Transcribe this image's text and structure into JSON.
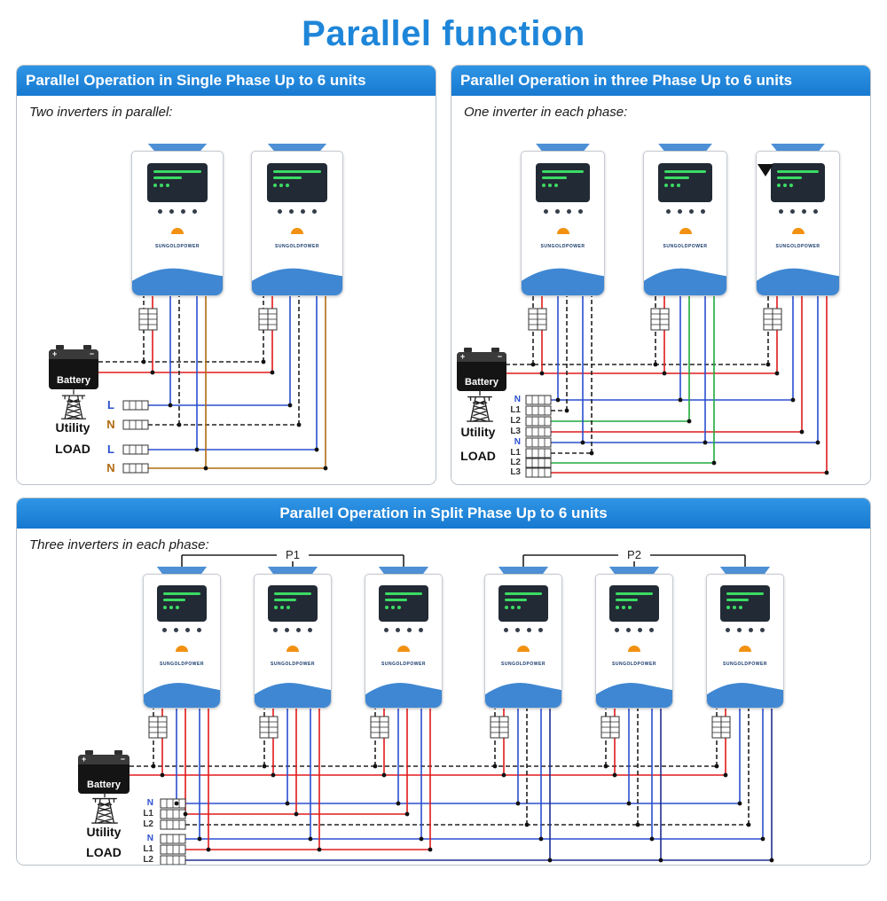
{
  "title": "Parallel function",
  "brand": "SUNGOLDPOWER",
  "colors": {
    "accent": "#1779d0",
    "title_text": "#1e86d9",
    "wire_red": "#e01b1b",
    "wire_blue": "#2a4fd0",
    "wire_green": "#1faa3c",
    "wire_navy": "#20308f",
    "wire_brown": "#b06a10",
    "wire_black": "#222222"
  },
  "panels": [
    {
      "header": "Parallel Operation in Single Phase Up to 6 units",
      "subtitle": "Two inverters in parallel:",
      "battery_label": "Battery",
      "utility_label": "Utility",
      "load_label": "LOAD",
      "utility_lines": [
        "L",
        "N"
      ],
      "load_lines": [
        "L",
        "N"
      ]
    },
    {
      "header": "Parallel Operation in three Phase Up to 6 units",
      "subtitle": "One inverter in each phase:",
      "battery_label": "Battery",
      "utility_label": "Utility",
      "load_label": "LOAD",
      "utility_lines": [
        "N",
        "L1",
        "L2",
        "L3"
      ],
      "load_lines": [
        "N",
        "L1",
        "L2",
        "L3"
      ]
    },
    {
      "header": "Parallel Operation in Split Phase Up to 6 units",
      "subtitle": "Three inverters in each phase:",
      "group_labels": [
        "P1",
        "P2"
      ],
      "battery_label": "Battery",
      "utility_label": "Utility",
      "load_label": "LOAD",
      "utility_lines": [
        "N",
        "L1",
        "L2"
      ],
      "load_lines": [
        "N",
        "L1",
        "L2"
      ]
    }
  ]
}
